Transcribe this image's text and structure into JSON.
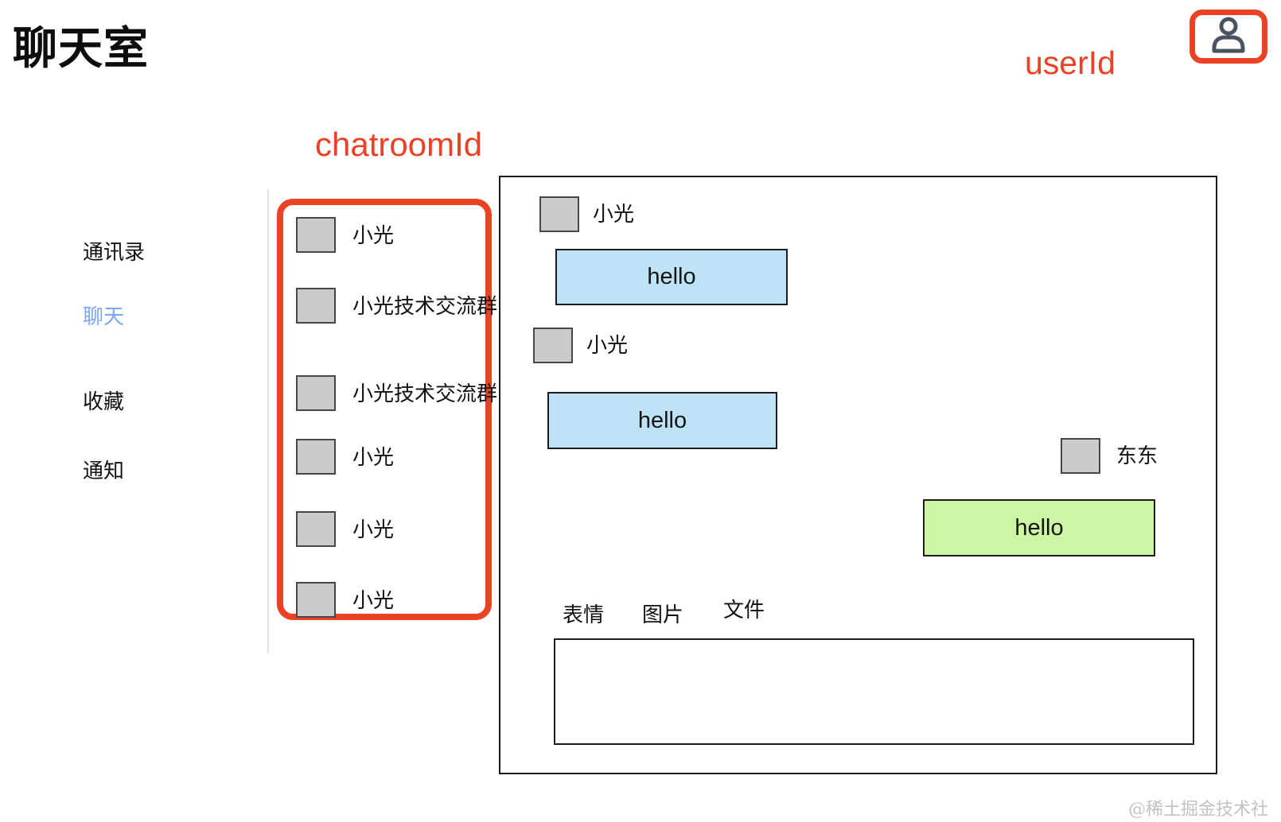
{
  "page": {
    "title": "聊天室",
    "watermark": "@稀土掘金技术社区"
  },
  "annotations": {
    "user_id_label": "userId",
    "chatroom_id_label": "chatroomId",
    "annotation_color": "#eb4226"
  },
  "header": {
    "user_icon": "person-outline-icon",
    "user_icon_color": "#4a5361"
  },
  "sidebar": {
    "items": [
      {
        "label": "通讯录",
        "active": false
      },
      {
        "label": "聊天",
        "active": true
      },
      {
        "label": "收藏",
        "active": false
      },
      {
        "label": "通知",
        "active": false
      }
    ],
    "active_color": "#78a7f8"
  },
  "chat_list": {
    "items": [
      {
        "name": "小光"
      },
      {
        "name": "小光技术交流群"
      },
      {
        "name": "小光技术交流群"
      },
      {
        "name": "小光"
      },
      {
        "name": "小光"
      },
      {
        "name": "小光"
      }
    ],
    "avatar_color": "#cbcbcb"
  },
  "chat_panel": {
    "messages": [
      {
        "sender": "小光",
        "text": "hello",
        "side": "left",
        "bubble_color": "#bee3f7"
      },
      {
        "sender": "小光",
        "text": "hello",
        "side": "left",
        "bubble_color": "#bee3f7"
      },
      {
        "sender": "东东",
        "text": "hello",
        "side": "right",
        "bubble_color": "#ccf5a4"
      }
    ],
    "toolbar": [
      {
        "label": "表情"
      },
      {
        "label": "图片"
      },
      {
        "label": "文件"
      }
    ],
    "input": {
      "value": "",
      "placeholder": ""
    }
  }
}
